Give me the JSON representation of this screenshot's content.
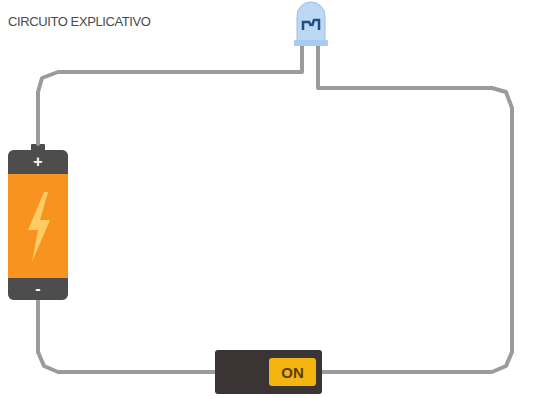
{
  "diagram": {
    "title": "CIRCUITO EXPLICATIVO",
    "nodes": [
      {
        "text": [
          "+",
          "-"
        ]
      },
      {
        "text": [
          "ON"
        ]
      }
    ],
    "edges": [
      {
        "from": 0,
        "to": 1,
        "arrow": "none"
      },
      {
        "from": 0,
        "to": 1,
        "arrow": "none"
      }
    ]
  }
}
